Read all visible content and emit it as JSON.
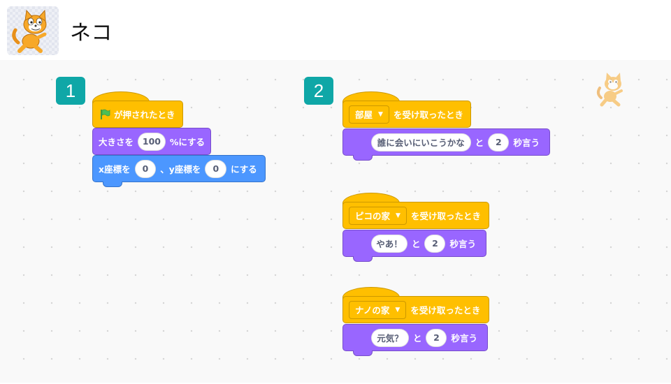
{
  "sprite": {
    "name": "ネコ"
  },
  "steps": [
    "1",
    "2"
  ],
  "colors": {
    "events": "#ffbf00",
    "looks": "#9966ff",
    "motion": "#4c97ff",
    "badge": "#0fa7a7"
  },
  "script1": {
    "when_flag": "が押されたとき",
    "size_label_a": "大きさを",
    "size_value": "100",
    "size_label_b": "%にする",
    "goto_label_a": "x座標を",
    "x_value": "0",
    "goto_label_b": "、y座標を",
    "y_value": "0",
    "goto_label_c": "にする"
  },
  "scripts2": [
    {
      "message": "部屋",
      "receive_label": "を受け取ったとき",
      "say_text": "誰に会いにいこうかな",
      "and_label": "と",
      "seconds": "2",
      "say_label": "秒言う"
    },
    {
      "message": "ピコの家",
      "receive_label": "を受け取ったとき",
      "say_text": "やあ！",
      "and_label": "と",
      "seconds": "2",
      "say_label": "秒言う"
    },
    {
      "message": "ナノの家",
      "receive_label": "を受け取ったとき",
      "say_text": "元気？",
      "and_label": "と",
      "seconds": "2",
      "say_label": "秒言う"
    }
  ]
}
